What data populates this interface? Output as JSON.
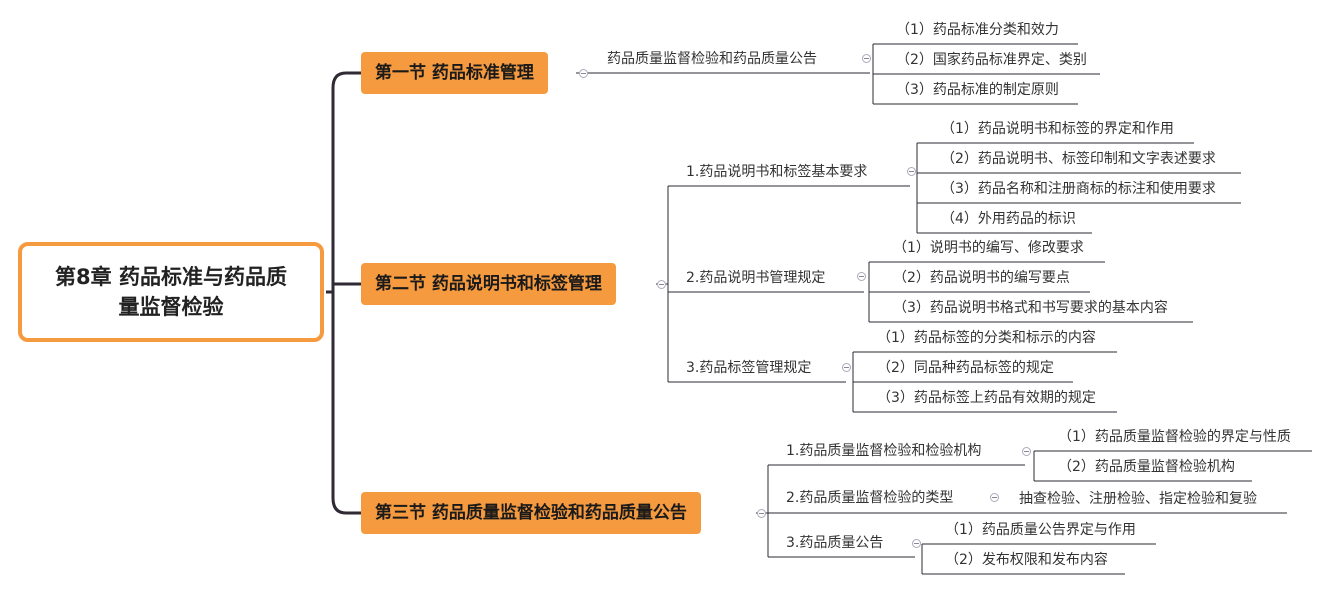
{
  "root": {
    "title": "第8章 药品标准与药品质量监督检验"
  },
  "sections": [
    {
      "label": "第一节 药品标准管理",
      "topics": [
        {
          "label": "药品质量监督检验和药品质量公告",
          "items": [
            "（1）药品标准分类和效力",
            "（2）国家药品标准界定、类别",
            "（3）药品标准的制定原则"
          ]
        }
      ]
    },
    {
      "label": "第二节 药品说明书和标签管理",
      "topics": [
        {
          "label": "1.药品说明书和标签基本要求",
          "items": [
            "（1）药品说明书和标签的界定和作用",
            "（2）药品说明书、标签印制和文字表述要求",
            "（3）药品名称和注册商标的标注和使用要求",
            "（4）外用药品的标识"
          ]
        },
        {
          "label": "2.药品说明书管理规定",
          "items": [
            "（1）说明书的编写、修改要求",
            "（2）药品说明书的编写要点",
            "（3）药品说明书格式和书写要求的基本内容"
          ]
        },
        {
          "label": "3.药品标签管理规定",
          "items": [
            "（1）药品标签的分类和标示的内容",
            "（2）同品种药品标签的规定",
            "（3）药品标签上药品有效期的规定"
          ]
        }
      ]
    },
    {
      "label": "第三节 药品质量监督检验和药品质量公告",
      "topics": [
        {
          "label": "1.药品质量监督检验和检验机构",
          "items": [
            "（1）药品质量监督检验的界定与性质",
            "（2）药品质量监督检验机构"
          ]
        },
        {
          "label": "2.药品质量监督检验的类型",
          "items": [
            "抽查检验、注册检验、指定检验和复验"
          ]
        },
        {
          "label": "3.药品质量公告",
          "items": [
            "（1）药品质量公告界定与作用",
            "（2）发布权限和发布内容"
          ]
        }
      ]
    }
  ]
}
